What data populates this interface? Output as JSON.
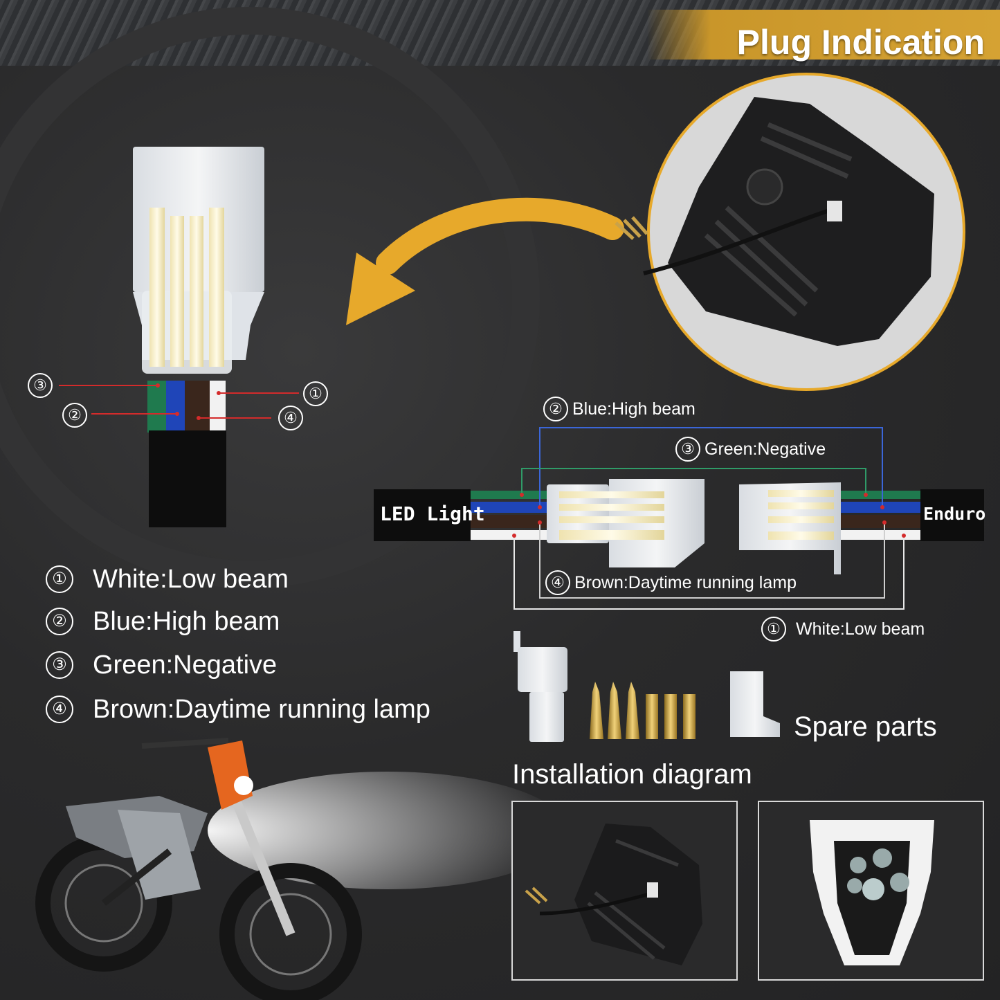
{
  "header": {
    "title": "Plug Indication"
  },
  "plug_callouts": [
    "③",
    "②",
    "①",
    "④"
  ],
  "legend": [
    {
      "num": "①",
      "text": "White:Low beam"
    },
    {
      "num": "②",
      "text": "Blue:High beam"
    },
    {
      "num": "③",
      "text": "Green:Negative"
    },
    {
      "num": "④",
      "text": "Brown:Daytime running lamp"
    }
  ],
  "wiring": {
    "left_label": "LED Light",
    "right_label": "Enduro",
    "callouts": [
      {
        "num": "②",
        "text": "Blue:High beam"
      },
      {
        "num": "③",
        "text": "Green:Negative"
      },
      {
        "num": "④",
        "text": "Brown:Daytime running lamp"
      },
      {
        "num": "①",
        "text": "White:Low beam"
      }
    ]
  },
  "spare_parts_label": "Spare parts",
  "installation_label": "Installation diagram",
  "colors": {
    "accent": "#e7a92b",
    "white_wire": "#f2f2f2",
    "blue_wire": "#1f45b8",
    "green_wire": "#1f7a4e",
    "brown_wire": "#3a261c",
    "marker_red": "#d42b2b"
  }
}
